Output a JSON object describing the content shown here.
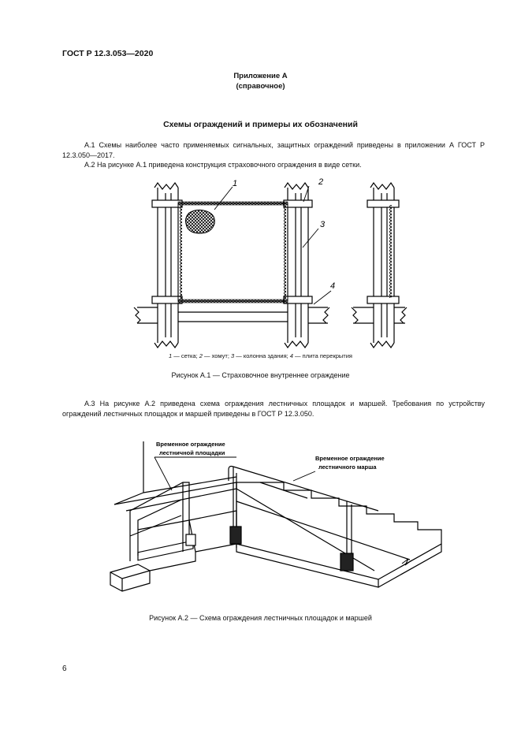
{
  "header": {
    "doc_id": "ГОСТ Р 12.3.053—2020"
  },
  "appendix": {
    "title": "Приложение А",
    "subtitle": "(справочное)"
  },
  "section_title": "Схемы ограждений и примеры их обозначений",
  "paragraphs": {
    "a1": "А.1 Схемы наиболее часто применяемых сигнальных, защитных ограждений приведены в приложении А ГОСТ Р 12.3.050—2017.",
    "a2": "А.2 На рисунке А.1 приведена конструкция страховочного ограждения в виде сетки.",
    "a3": "А.3 На рисунке А.2 приведена схема ограждения лестничных площадок и маршей. Требования по устройству ограждений лестничных площадок и маршей приведены в ГОСТ Р 12.3.050."
  },
  "figure1": {
    "callouts": [
      "1",
      "2",
      "3",
      "4"
    ],
    "legend": [
      {
        "num": "1",
        "text": " — сетка; "
      },
      {
        "num": "2",
        "text": " — хомут; "
      },
      {
        "num": "3",
        "text": " — колонна здания; "
      },
      {
        "num": "4",
        "text": " — плита перекрытия"
      }
    ],
    "caption": "Рисунок А.1 — Страховочное внутреннее ограждение"
  },
  "figure2": {
    "label_landing_line1": "Временное ограждение",
    "label_landing_line2": "лестничной площадки",
    "label_march_line1": "Временное ограждение",
    "label_march_line2": "лестничного марша",
    "caption": "Рисунок А.2 — Схема ограждения лестничных площадок и маршей"
  },
  "footer": {
    "page_number": "6"
  }
}
